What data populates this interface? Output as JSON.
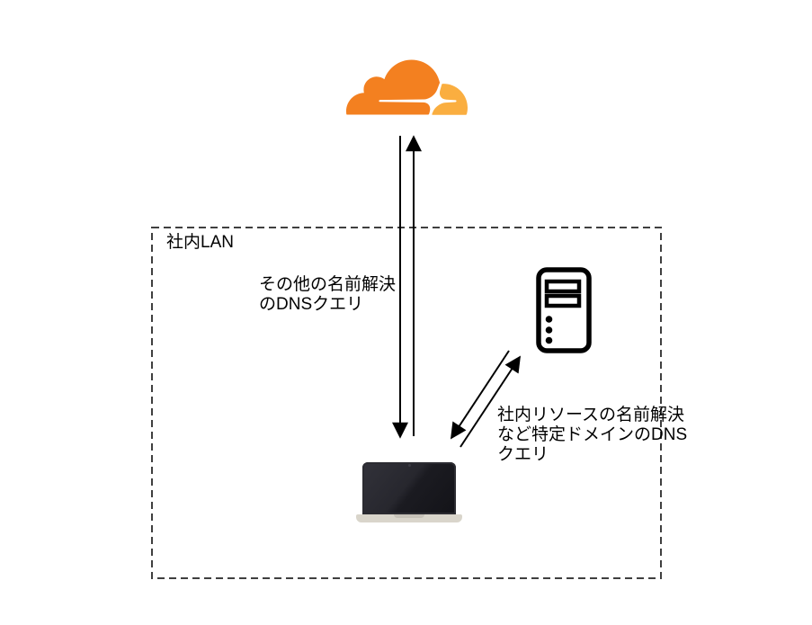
{
  "diagram": {
    "lan_box_label": "社内LAN",
    "cloud_arrow_label": "その他の名前解決\nのDNSクエリ",
    "server_arrow_label": "社内リソースの名前解決\nなど特定ドメインのDNS\nクエリ",
    "nodes": {
      "cloud_icon": "cloudflare-cloud-icon",
      "server_icon": "dns-server-icon",
      "laptop_icon": "laptop-client-icon"
    },
    "colors": {
      "cloudflare_orange": "#F38020",
      "cloudflare_light_orange": "#FAAE40",
      "black": "#000000",
      "lan_border_gray": "#3F3F3F",
      "laptop_screen_dark": "#1C1C22",
      "laptop_base_beige": "#D9D5CB"
    }
  }
}
